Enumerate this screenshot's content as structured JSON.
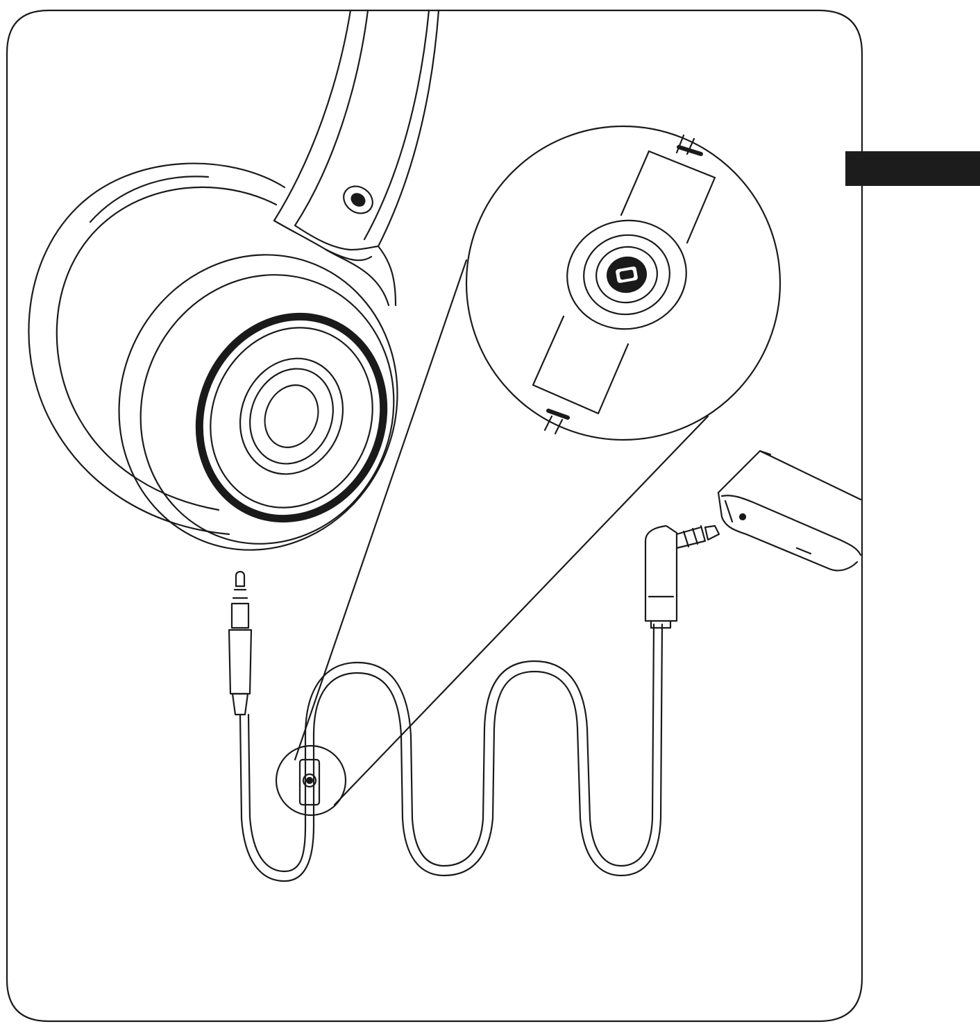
{
  "figure": {
    "description_visible_text": [],
    "colors": {
      "ink": "#1a1a1a",
      "paper": "#ffffff",
      "tab": "#1c1c1c"
    },
    "parts": [
      "headphone",
      "magnifier-callout",
      "inline-remote",
      "coiled-cable",
      "straight-plug",
      "right-angle-plug",
      "audio-device",
      "section-tab"
    ]
  }
}
